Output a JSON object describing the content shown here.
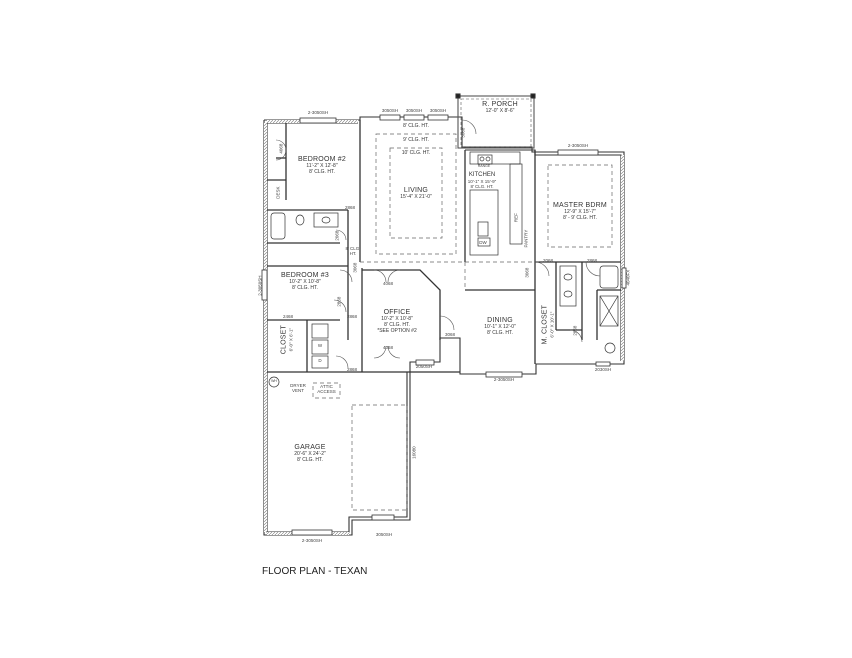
{
  "title": "FLOOR PLAN - TEXAN",
  "rooms": {
    "porch": {
      "name": "R. PORCH",
      "dims": "12'-0\" X 8'-6\""
    },
    "bedroom2": {
      "name": "BEDROOM #2",
      "dims": "11'-2\" X 12'-8\"",
      "ceiling": "8' CLG. HT."
    },
    "living": {
      "name": "LIVING",
      "dims": "15'-4\" X 21'-0\"",
      "ceiling_outer": "8' CLG. HT.",
      "ceiling_mid": "9' CLG. HT.",
      "ceiling_inner": "10' CLG. HT."
    },
    "kitchen": {
      "name": "KITCHEN",
      "dims": "10'-1\" X 15'-9\"",
      "ceiling": "8' CLG. HT."
    },
    "master": {
      "name": "MASTER BDRM",
      "dims": "12'-9\" X 15'-7\"",
      "ceiling": "8' - 9' CLG. HT."
    },
    "bedroom3": {
      "name": "BEDROOM #3",
      "dims": "10'-2\" X 10'-8\"",
      "ceiling": "8' CLG. HT."
    },
    "office": {
      "name": "OFFICE",
      "dims": "10'-2\" X 10'-8\"",
      "ceiling": "8' CLG. HT.",
      "note": "*SEE OPTION #2"
    },
    "dining": {
      "name": "DINING",
      "dims": "10'-1\" X 12'-0\"",
      "ceiling": "8' CLG. HT."
    },
    "closet": {
      "name": "CLOSET",
      "dims": "6'-0\" X 6'-1\""
    },
    "mcloset": {
      "name": "M. CLOSET",
      "dims": "6'-0\" X 10'-1\""
    },
    "garage": {
      "name": "GARAGE",
      "dims": "20'-6\" X 24'-2\"",
      "ceiling": "8' CLG. HT."
    },
    "hall": {
      "ceiling": "8' CLG.",
      "ceiling2": "HT."
    }
  },
  "fixtures": {
    "desk": "DESK",
    "range": "RANGE",
    "ref": "REF",
    "pantry": "PANTRY",
    "dw": "DW",
    "washer": "W",
    "dryer": "D",
    "dryer_vent": "DRYER",
    "dryer_vent2": "VENT",
    "attic": "ATTIC",
    "attic2": "ACCESS",
    "wh": "WH"
  },
  "windows": {
    "bed2_top": "2-3050SH",
    "living_1": "3050SH",
    "living_2": "3050SH",
    "living_3": "3050SH",
    "master_top": "2-3050SH",
    "bed3_side": "2-3050SH",
    "master_bath_side": "4040FX",
    "master_bath_bottom": "2030SH",
    "dining_bottom": "2-3050SH",
    "office_bottom": "2050SH",
    "garage_bottom": "2-3050SH",
    "garage_bottom2": "3050SH",
    "garage_door": "16080"
  },
  "doors": {
    "bed2_closet": "4068",
    "porch_door": "3068",
    "bed2_door": "2868",
    "bath2_door": "2068",
    "hall_door": "3068",
    "office_top": "4068",
    "office_bottom": "4068",
    "bed3_door": "2868",
    "bed3_closet": "2468",
    "bed3_entry": "2868",
    "laundry": "2868",
    "laundry_bottom": "2868",
    "dining_entry": "3068",
    "master_door": "3068",
    "master_bath": "2068",
    "master_bath2": "2868",
    "mcloset_door": "2868"
  }
}
